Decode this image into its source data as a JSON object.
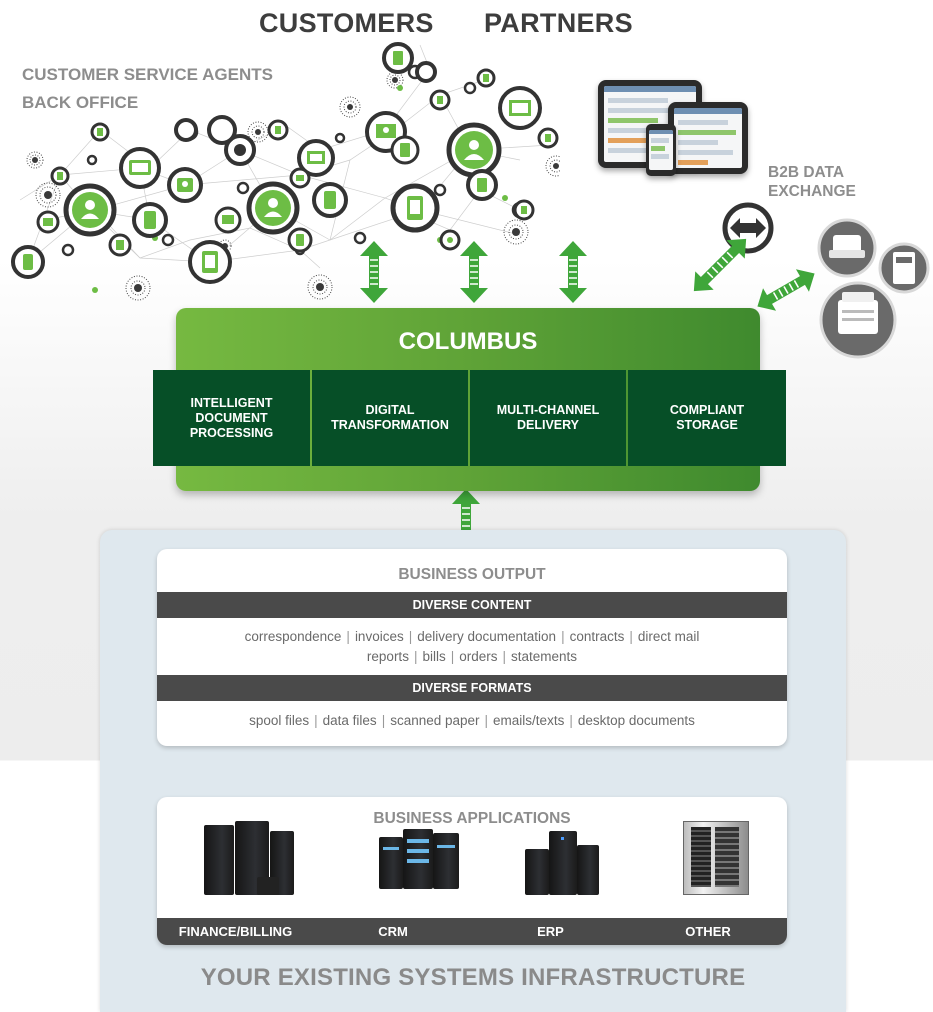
{
  "top_labels": {
    "customers": "CUSTOMERS",
    "partners": "PARTNERS"
  },
  "side_labels": {
    "line1": "CUSTOMER SERVICE AGENTS",
    "line2": "BACK OFFICE"
  },
  "b2b": {
    "line1": "B2B DATA",
    "line2": "EXCHANGE"
  },
  "columbus": {
    "title": "COLUMBUS",
    "modules": [
      "INTELLIGENT DOCUMENT PROCESSING",
      "DIGITAL TRANSFORMATION",
      "MULTI-CHANNEL DELIVERY",
      "COMPLIANT STORAGE"
    ]
  },
  "business_output": {
    "title": "BUSINESS OUTPUT",
    "content_header": "DIVERSE CONTENT",
    "content_line1": [
      "correspondence",
      "invoices",
      "delivery documentation",
      "contracts",
      "direct mail"
    ],
    "content_line2": [
      "reports",
      "bills",
      "orders",
      "statements"
    ],
    "formats_header": "DIVERSE FORMATS",
    "formats_line": [
      "spool files",
      "data files",
      "scanned paper",
      "emails/texts",
      "desktop documents"
    ]
  },
  "business_applications": {
    "title": "BUSINESS APPLICATIONS",
    "items": [
      "FINANCE/BILLING",
      "CRM",
      "ERP",
      "OTHER"
    ]
  },
  "infrastructure_title": "YOUR EXISTING SYSTEMS INFRASTRUCTURE",
  "colors": {
    "green_light": "#76b941",
    "green_dark": "#064f27",
    "arrow_green": "#3fa63a",
    "dark_bar": "#4a4a4a",
    "label_gray": "#8d8d8d",
    "infra_bg": "#dfe8ee"
  },
  "icons": [
    "person-icon",
    "tablet-icon",
    "phone-icon",
    "laptop-icon",
    "printer-icon",
    "bidirectional-arrow-icon",
    "server-rack-icon"
  ]
}
